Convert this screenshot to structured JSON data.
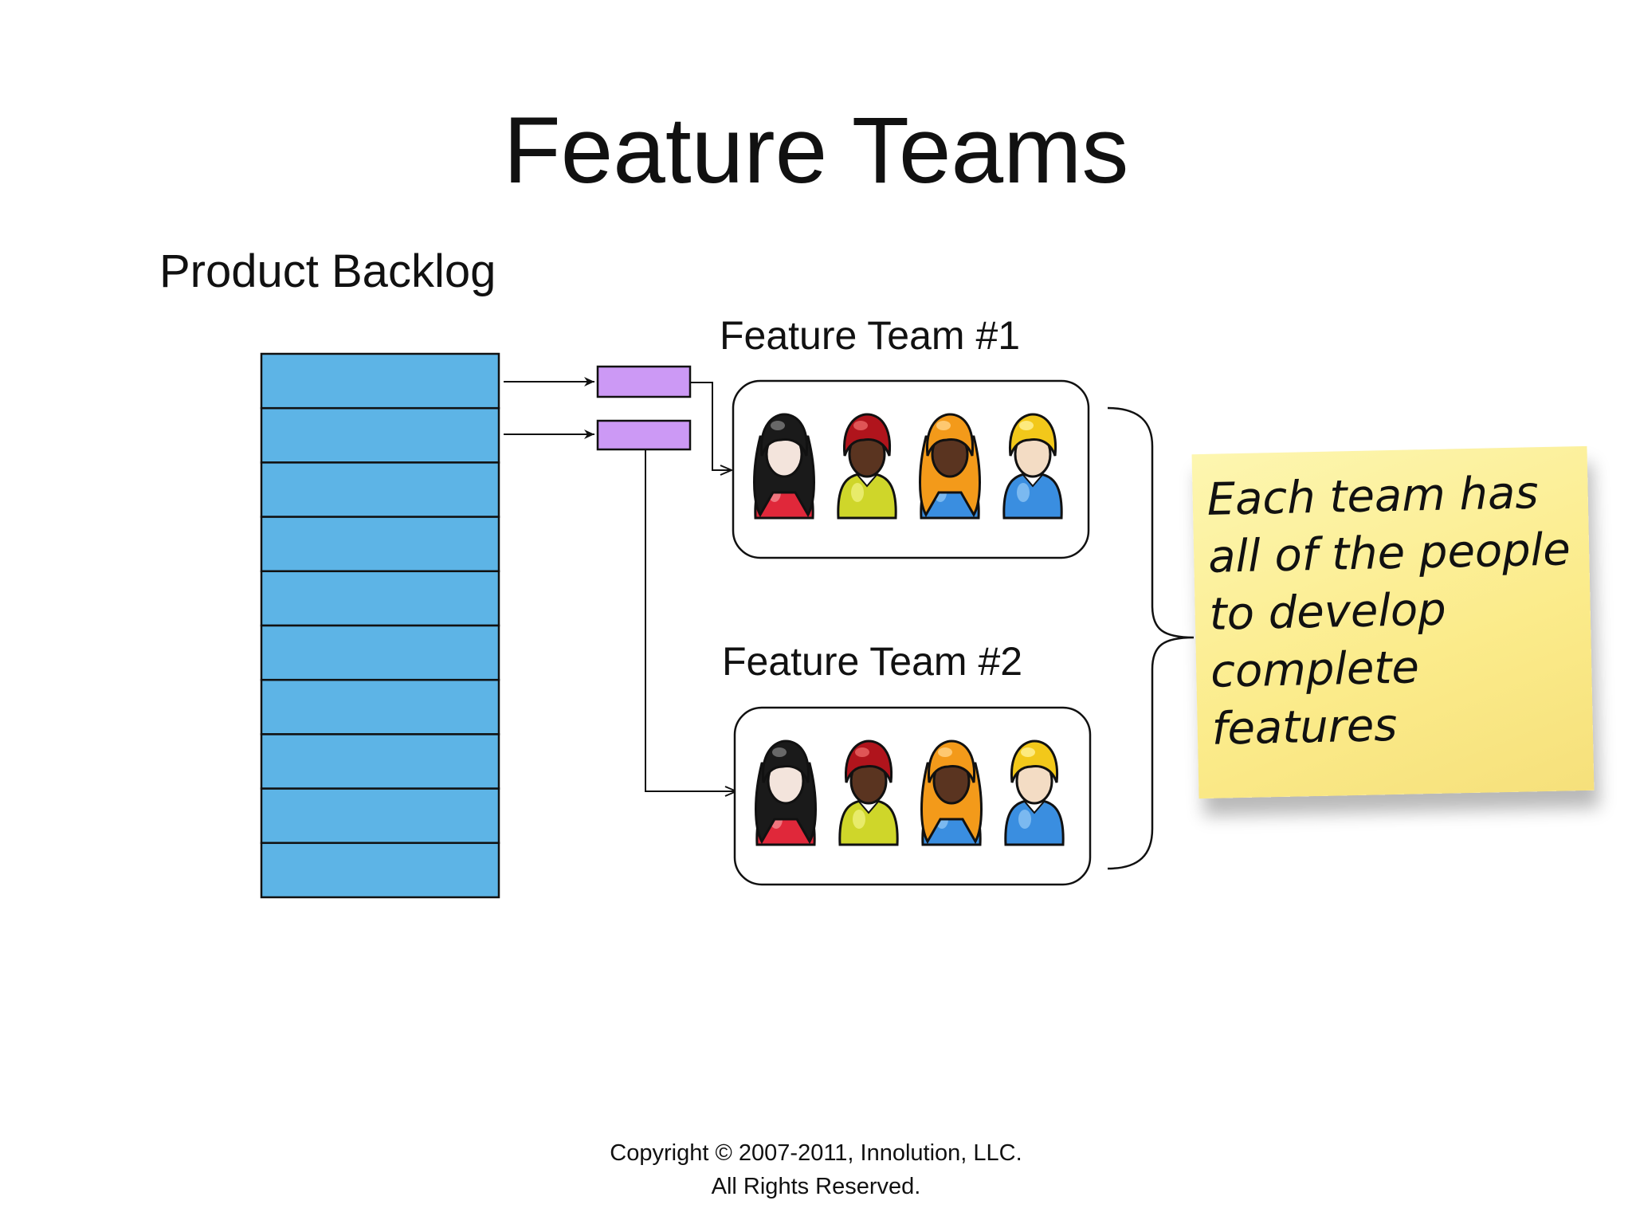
{
  "slide": {
    "title": "Feature Teams",
    "backlog_label": "Product Backlog",
    "backlog_item_count": 10,
    "team1_label": "Feature Team #1",
    "team2_label": "Feature Team #2",
    "note_lines": [
      "Each team has",
      "all of the people",
      "to develop",
      "complete",
      "features"
    ],
    "footer_line1": "Copyright © 2007-2011,  Innolution, LLC.",
    "footer_line2": "All Rights Reserved."
  },
  "colors": {
    "backlog_item": "#5db4e6",
    "selected_item": "#cc99f5",
    "note": "#fbeb8a"
  },
  "people_icons": [
    "person-red-icon",
    "person-yellow-icon",
    "person-blue-orange-hair-icon",
    "person-blue-blond-icon"
  ]
}
